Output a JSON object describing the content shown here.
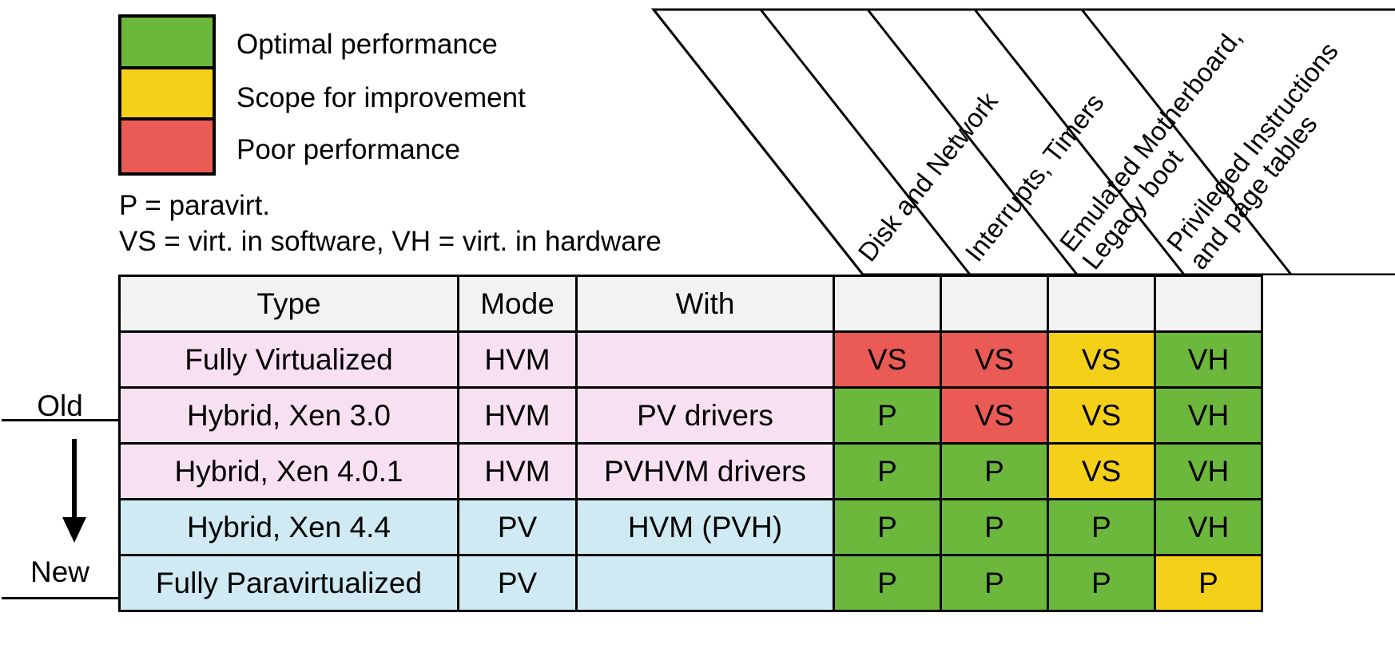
{
  "legend": {
    "items": [
      {
        "label": "Optimal performance",
        "color": "#6cb83d",
        "key": "green"
      },
      {
        "label": "Scope for improvement",
        "color": "#f5d018",
        "key": "yellow"
      },
      {
        "label": "Poor performance",
        "color": "#ea5b55",
        "key": "red"
      }
    ]
  },
  "key_notes": {
    "line1": "P = paravirt.",
    "line2": "VS = virt. in software, VH = virt. in hardware"
  },
  "timeline": {
    "old_label": "Old",
    "new_label": "New",
    "arrow": "down-arrow"
  },
  "table": {
    "headers": {
      "type": "Type",
      "mode": "Mode",
      "with": "With"
    },
    "diagonal_headers": [
      {
        "lines": [
          "Disk and Network"
        ]
      },
      {
        "lines": [
          "Interrupts, Timers"
        ]
      },
      {
        "lines": [
          "Emulated Motherboard,",
          "Legacy boot"
        ]
      },
      {
        "lines": [
          "Privileged Instructions",
          "and page tables"
        ]
      }
    ],
    "rows": [
      {
        "row_color": "pink",
        "type": "Fully Virtualized",
        "mode": "HVM",
        "with": "",
        "metrics": [
          {
            "value": "VS",
            "state": "red"
          },
          {
            "value": "VS",
            "state": "red"
          },
          {
            "value": "VS",
            "state": "yellow"
          },
          {
            "value": "VH",
            "state": "green"
          }
        ]
      },
      {
        "row_color": "pink",
        "type": "Hybrid, Xen 3.0",
        "mode": "HVM",
        "with": "PV drivers",
        "metrics": [
          {
            "value": "P",
            "state": "green"
          },
          {
            "value": "VS",
            "state": "red"
          },
          {
            "value": "VS",
            "state": "yellow"
          },
          {
            "value": "VH",
            "state": "green"
          }
        ]
      },
      {
        "row_color": "pink",
        "type": "Hybrid, Xen 4.0.1",
        "mode": "HVM",
        "with": "PVHVM drivers",
        "metrics": [
          {
            "value": "P",
            "state": "green"
          },
          {
            "value": "P",
            "state": "green"
          },
          {
            "value": "VS",
            "state": "yellow"
          },
          {
            "value": "VH",
            "state": "green"
          }
        ]
      },
      {
        "row_color": "blue",
        "type": "Hybrid, Xen 4.4",
        "mode": "PV",
        "with": "HVM (PVH)",
        "metrics": [
          {
            "value": "P",
            "state": "green"
          },
          {
            "value": "P",
            "state": "green"
          },
          {
            "value": "P",
            "state": "green"
          },
          {
            "value": "VH",
            "state": "green"
          }
        ]
      },
      {
        "row_color": "blue",
        "type": "Fully Paravirtualized",
        "mode": "PV",
        "with": "",
        "metrics": [
          {
            "value": "P",
            "state": "green"
          },
          {
            "value": "P",
            "state": "green"
          },
          {
            "value": "P",
            "state": "green"
          },
          {
            "value": "P",
            "state": "yellow"
          }
        ]
      }
    ]
  }
}
